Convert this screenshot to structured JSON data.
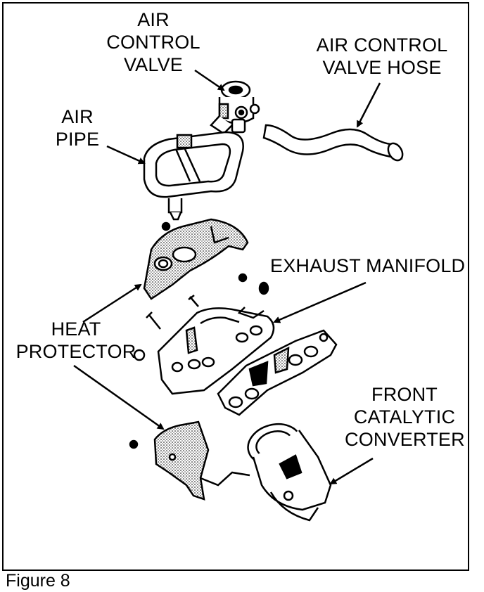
{
  "figure": {
    "caption": "Figure 8"
  },
  "labels": {
    "air_control_valve": [
      "AIR",
      "CONTROL",
      "VALVE"
    ],
    "air_control_valve_hose": [
      "AIR CONTROL",
      "VALVE HOSE"
    ],
    "air_pipe": [
      "AIR",
      "PIPE"
    ],
    "exhaust_manifold": "EXHAUST MANIFOLD",
    "heat_protector": [
      "HEAT",
      "PROTECTOR"
    ],
    "front_catalytic_converter": [
      "FRONT",
      "CATALYTIC",
      "CONVERTER"
    ]
  }
}
